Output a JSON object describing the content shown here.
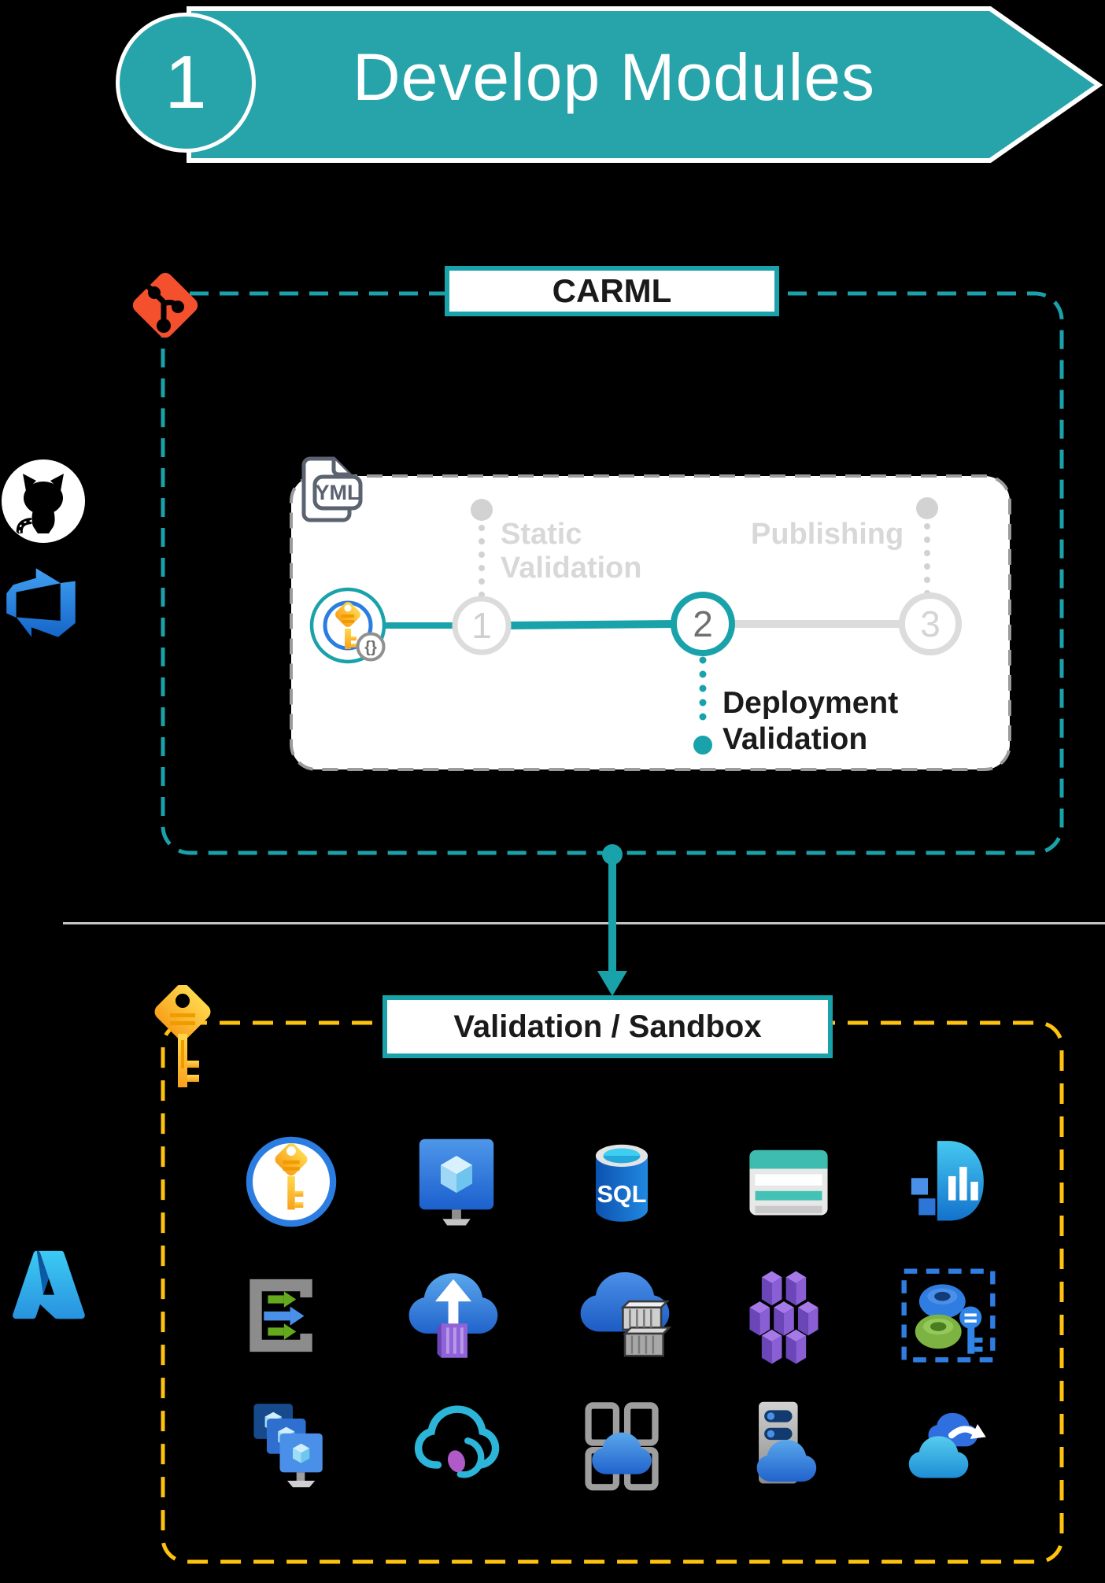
{
  "banner": {
    "step_number": "1",
    "title": "Develop Modules"
  },
  "carml_box": {
    "label": "CARML",
    "yml_badge": "YML"
  },
  "pipeline": {
    "key_badge": "{}",
    "step1": {
      "number": "1",
      "label_line1": "Static",
      "label_line2": "Validation"
    },
    "step2": {
      "number": "2",
      "label_line1": "Deployment",
      "label_line2": "Validation"
    },
    "step3": {
      "number": "3",
      "label": "Publishing"
    }
  },
  "sandbox_box": {
    "label": "Validation / Sandbox"
  },
  "sandbox_icons": {
    "sql_label": "SQL",
    "row1": [
      "key-vault",
      "virtual-machine",
      "sql-database",
      "table-storage",
      "monitor-analytics"
    ],
    "row2": [
      "data-gateway",
      "cloud-upload-container",
      "cloud-containers",
      "service-fabric-cluster",
      "encrypted-database"
    ],
    "row3": [
      "vm-scale-set",
      "cloud-arc",
      "virtual-desktop",
      "server-cloud-host",
      "cloud-sync"
    ]
  },
  "side_icons": [
    "git",
    "github",
    "azure-devops",
    "azure"
  ],
  "colors": {
    "teal": "#1aa2ab",
    "banner_teal": "#27a3aa",
    "yellow": "#ffc20e",
    "git_orange": "#f4502d",
    "azure_blue": "#2b7de1",
    "gray_dash": "#9b9b9b",
    "ghost_gray": "#d8d8d8"
  }
}
